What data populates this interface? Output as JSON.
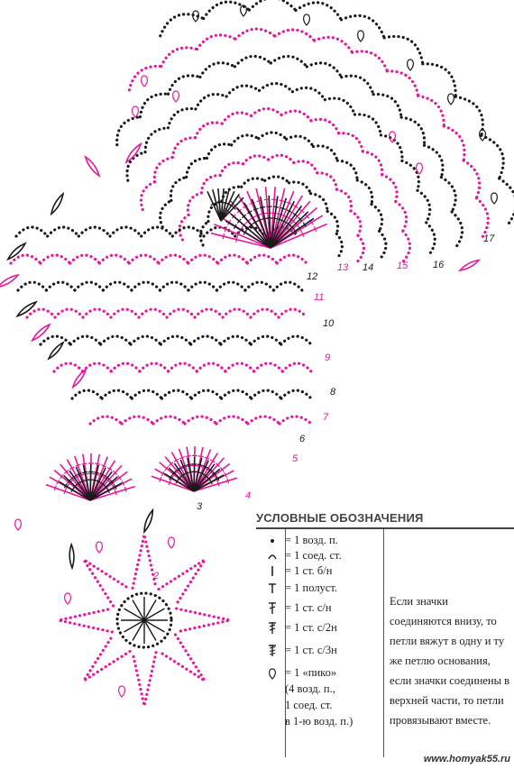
{
  "diagram": {
    "row_numbers": [
      "2",
      "3",
      "4",
      "5",
      "6",
      "7",
      "8",
      "9",
      "10",
      "11",
      "12",
      "13",
      "14",
      "15",
      "16",
      "17"
    ],
    "colors": {
      "black_rows": "#1a1a1a",
      "pink_rows": "#e8169b"
    },
    "icons": [
      "chain-dot",
      "slip-stitch-arc",
      "single-crochet",
      "half-double-crochet",
      "double-crochet",
      "treble-crochet",
      "double-treble-crochet",
      "picot-loop"
    ]
  },
  "legend": {
    "title": "УСЛОВНЫЕ ОБОЗНАЧЕНИЯ",
    "items": [
      {
        "symbol": "chain-dot",
        "text": "= 1 возд. п."
      },
      {
        "symbol": "slip-stitch-arc",
        "text": "= 1 соед. ст."
      },
      {
        "symbol": "single-crochet",
        "text": "= 1 ст. б/н"
      },
      {
        "symbol": "half-double-crochet",
        "text": "= 1 полуст."
      },
      {
        "symbol": "double-crochet",
        "text": "= 1 ст. с/н"
      },
      {
        "symbol": "treble-crochet",
        "text": "= 1 ст. с/2н"
      },
      {
        "symbol": "double-treble-crochet",
        "text": "= 1 ст. с/3н"
      },
      {
        "symbol": "picot-loop",
        "text": "= 1 «пико»"
      },
      {
        "symbol": "",
        "text": "(4 возд. п.,"
      },
      {
        "symbol": "",
        "text": "1 соед. ст."
      },
      {
        "symbol": "",
        "text": "в 1-ю возд. п.)"
      }
    ],
    "note": "Если значки соединяются внизу, то петли вяжут в одну и ту же петлю основания, если значки соединены в верхней части, то петли провязывают вместе."
  },
  "watermark": "www.homyak55.ru"
}
